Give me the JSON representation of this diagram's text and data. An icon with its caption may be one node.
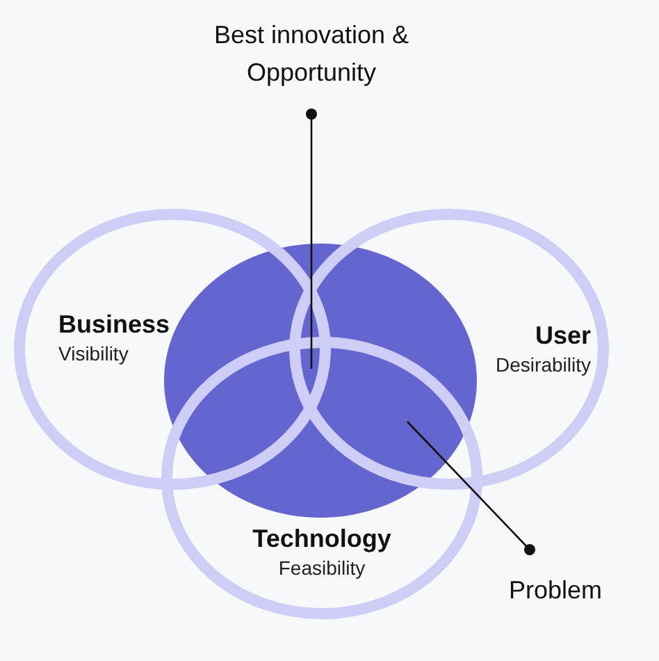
{
  "diagram": {
    "nodes": [
      {
        "text": [
          "Best innovation & Opportunity"
        ]
      },
      {
        "text": [
          "Business",
          "Visibility"
        ]
      },
      {
        "text": [
          "User",
          "Desirability"
        ]
      },
      {
        "text": [],
        "shape": "circle"
      },
      {
        "text": [
          "Technology",
          "Feasibility"
        ]
      },
      {
        "text": [
          "Problem"
        ]
      }
    ],
    "edges": [
      {
        "from": 0,
        "to": 3,
        "arrow": "other"
      },
      {
        "from": 5,
        "to": 3,
        "arrow": "other"
      }
    ]
  }
}
